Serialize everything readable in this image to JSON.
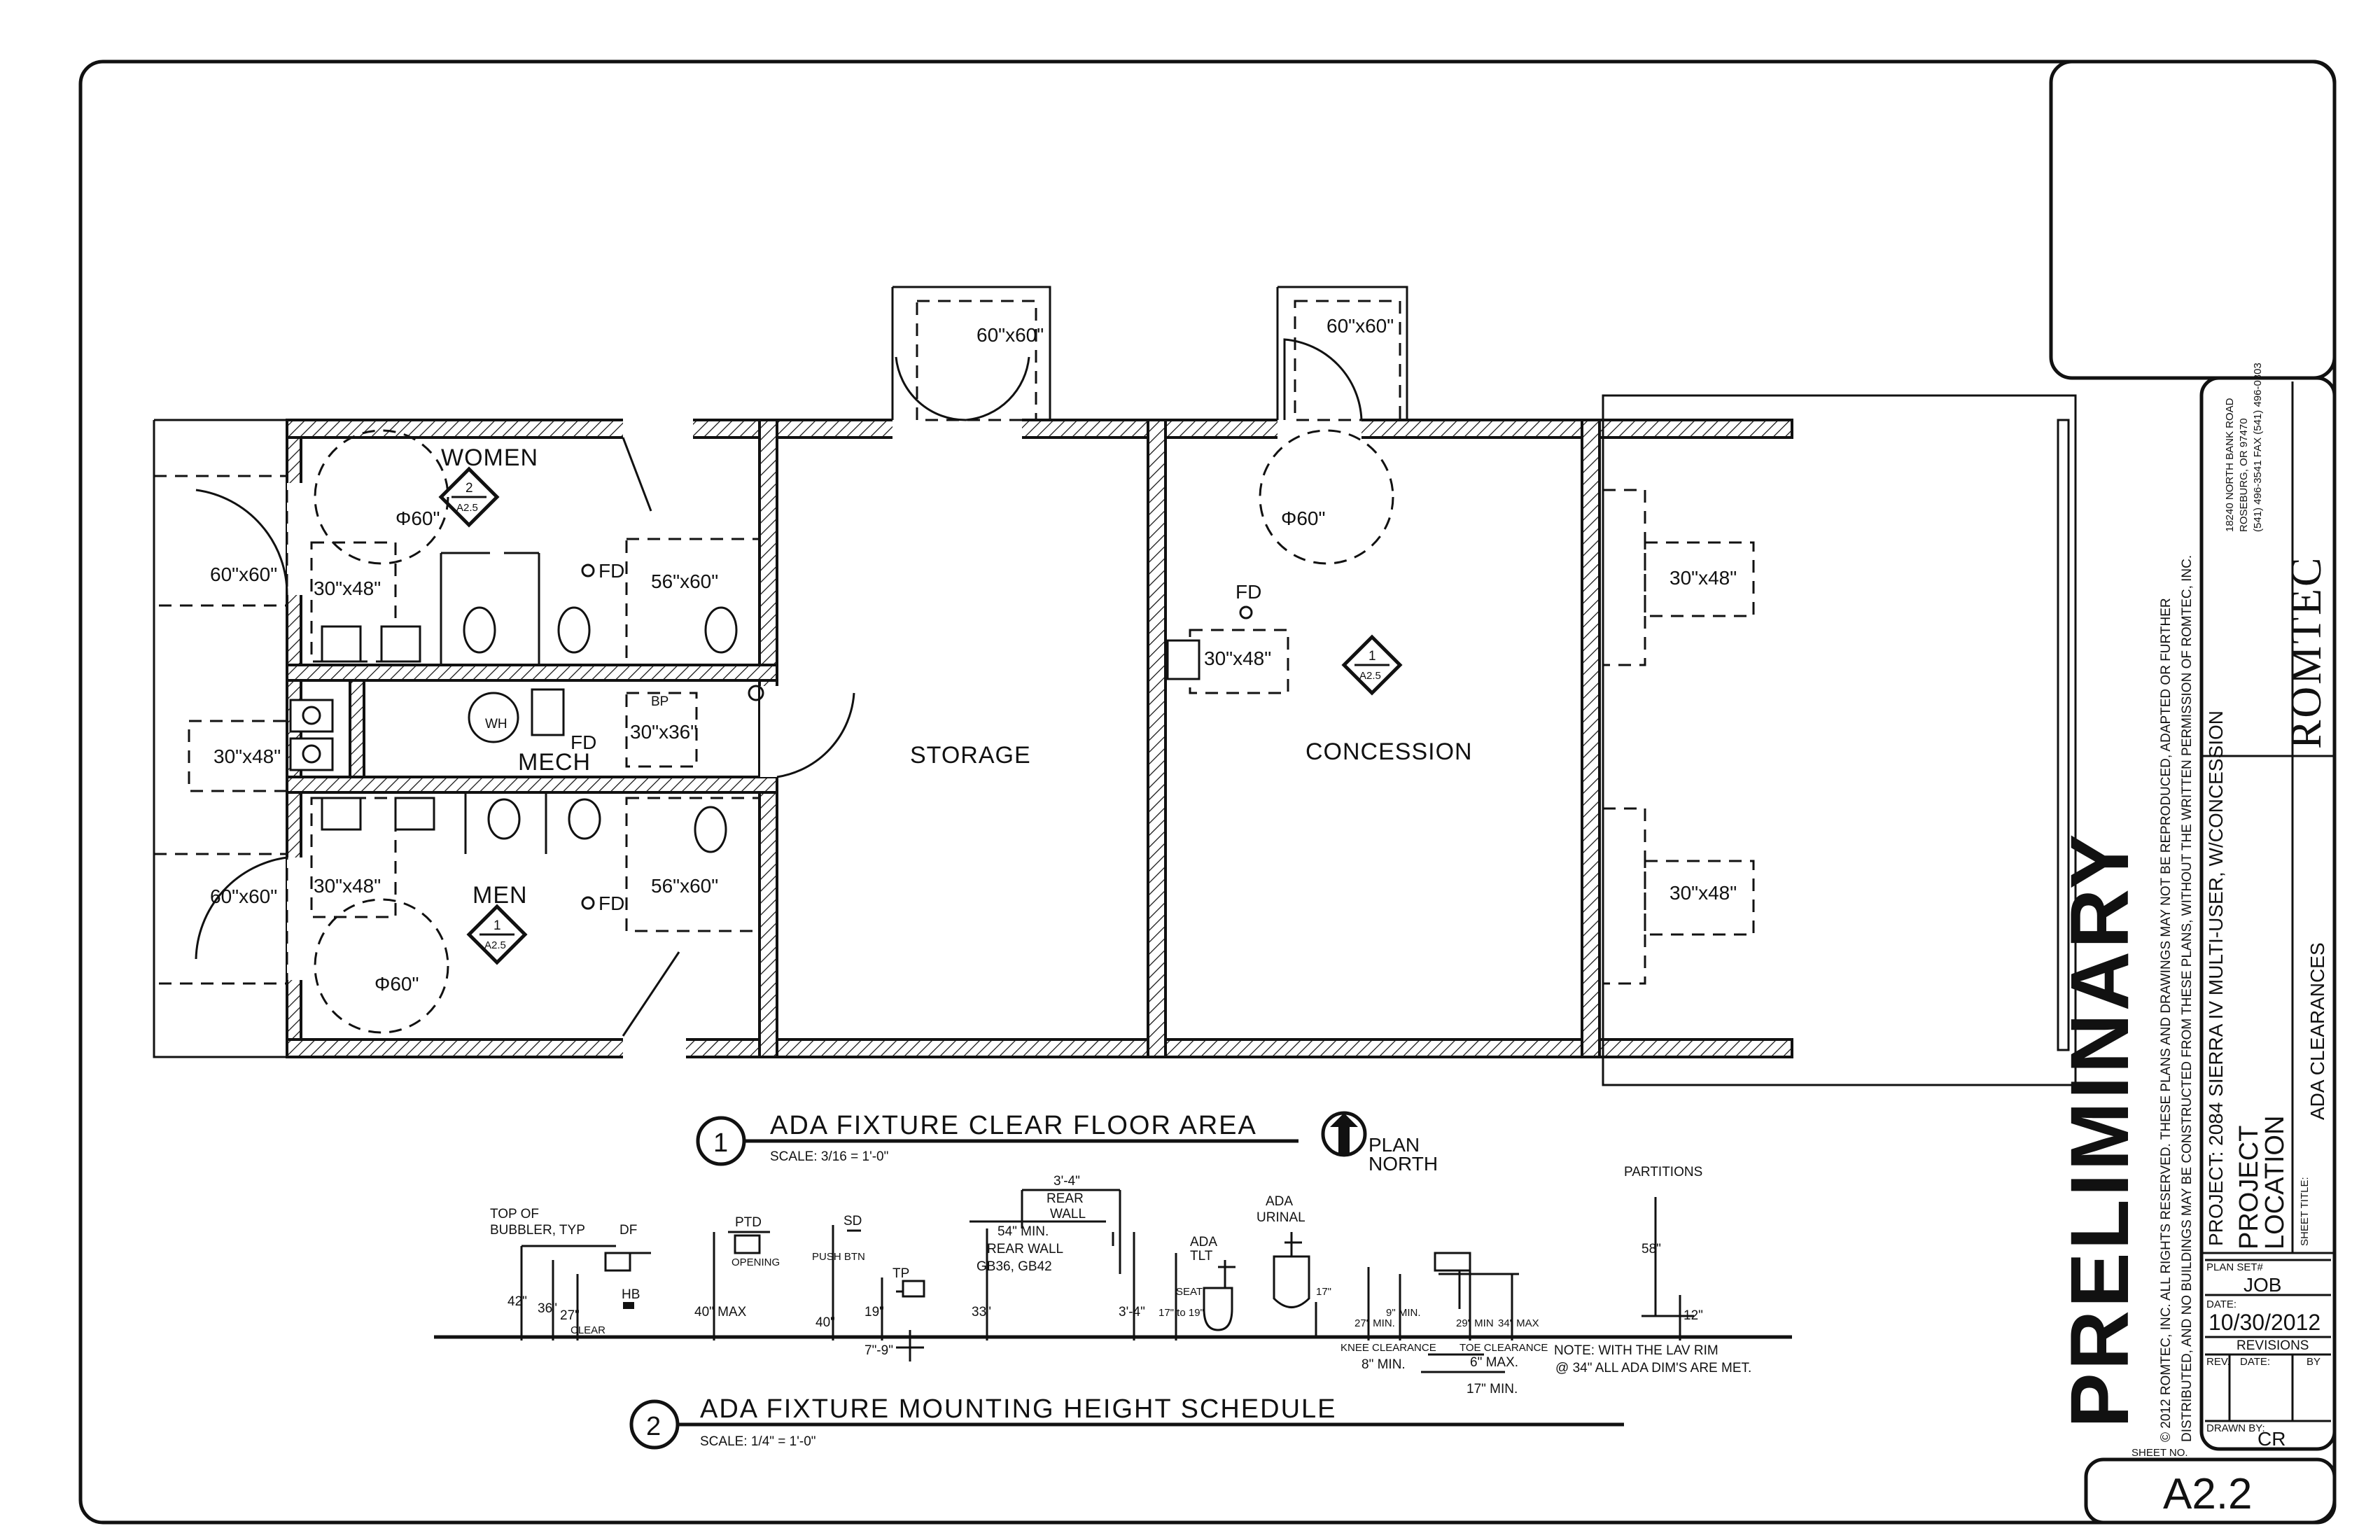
{
  "rooms": {
    "women": "WOMEN",
    "men": "MEN",
    "mech": "MECH",
    "storage": "STORAGE",
    "concession": "CONCESSION"
  },
  "clearances": {
    "door_60x60": "60\"x60\"",
    "turn_60": "Φ60\"",
    "c30x48": "30\"x48\"",
    "c30x36": "30\"x36\"",
    "c56x60": "56\"x60\"",
    "fd": "FD",
    "bp": "BP",
    "wh": "WH"
  },
  "tags": {
    "detail_2": "2",
    "detail_1": "1",
    "sheet_ref": "A2.5"
  },
  "detail1": {
    "number": "1",
    "title": "ADA FIXTURE CLEAR FLOOR AREA",
    "scale": "SCALE: 3/16 = 1'-0\"",
    "north_1": "PLAN",
    "north_2": "NORTH"
  },
  "detail2": {
    "number": "2",
    "title": "ADA FIXTURE MOUNTING HEIGHT SCHEDULE",
    "scale": "SCALE: 1/4\" = 1'-0\""
  },
  "schedule": {
    "top_of_1": "TOP OF",
    "top_of_2": "BUBBLER, TYP",
    "df": "DF",
    "hb": "HB",
    "d42": "42\"",
    "d36": "36\"",
    "d27": "27\"",
    "clear": "CLEAR",
    "ptd": "PTD",
    "opening": "OPENING",
    "d40max": "40\" MAX",
    "push_btn": "PUSH BTN",
    "sd": "SD",
    "d40": "40\"",
    "tp": "TP",
    "d19": "19\"",
    "d7_9": "7\"-9\"",
    "d33": "33\"",
    "d3_4a": "3'-4\"",
    "rear_wall": "REAR",
    "rear_wall_2": "WALL",
    "min54": "54\" MIN.",
    "rear_wall_3": "REAR WALL",
    "gb": "GB36, GB42",
    "d3_4b": "3'-4\"",
    "seat_dim": "17\" to 19\"",
    "seat": "SEAT",
    "ada_tlt_1": "ADA",
    "ada_tlt_2": "TLT",
    "ada_ur_1": "ADA",
    "ada_ur_2": "URINAL",
    "d17": "17\"",
    "d27min": "27\" MIN.",
    "d9min": "9\" MIN.",
    "d29min": "29\" MIN",
    "d34max": "34\" MAX",
    "knee": "KNEE CLEARANCE",
    "d8min": "8\" MIN.",
    "toe": "TOE CLEARANCE",
    "d6max": "6\" MAX.",
    "d17min": "17\" MIN.",
    "note_1": "NOTE: WITH THE LAV RIM",
    "note_2": "@ 34\" ALL ADA DIM'S ARE MET.",
    "partitions": "PARTITIONS",
    "d58": "58\"",
    "d12": "12\""
  },
  "stamp": "PRELIMINARY",
  "copyright": [
    "© 2012 ROMTEC, INC.  ALL RIGHTS RESERVED.  THESE PLANS AND DRAWINGS MAY NOT BE REPRODUCED, ADAPTED OR FURTHER",
    "DISTRIBUTED, AND NO BUILDINGS MAY BE CONSTRUCTED FROM THESE PLANS, WITHOUT THE WRITTEN PERMISSION OF ROMTEC, INC."
  ],
  "title_block": {
    "project": "PROJECT: 2084 SIERRA IV MULTI-USER, W/CONCESSION",
    "location_1": "PROJECT",
    "location_2": "LOCATION",
    "sheet_title_label": "SHEET TITLE:",
    "sheet_title": "ADA CLEARANCES",
    "plan_set_label": "PLAN SET#",
    "plan_set": "JOB",
    "date_label": "DATE:",
    "date": "10/30/2012",
    "revisions": "REVISIONS",
    "rev_label": "REV.",
    "rev_date_label": "DATE:",
    "by_label": "BY",
    "drawn_by_label": "DRAWN BY:",
    "drawn_by": "CR",
    "sheet_no_label": "SHEET NO.",
    "sheet_no": "A2.2",
    "logo_text": "ROMTEC",
    "address_1": "18240 NORTH BANK ROAD",
    "address_2": "ROSEBURG, OR 97470",
    "address_3": "(541) 496-3541    FAX (541) 496-0803"
  }
}
